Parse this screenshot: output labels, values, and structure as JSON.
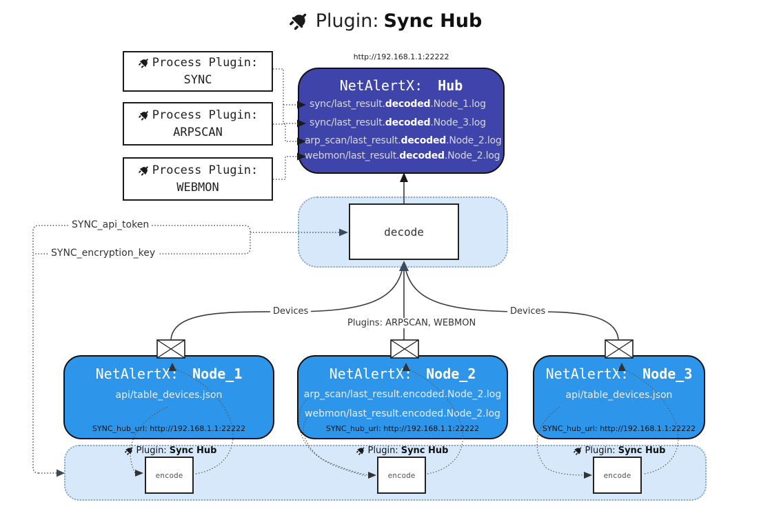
{
  "title": {
    "prefix": "Plugin:",
    "name": "Sync Hub"
  },
  "process_plugins": [
    {
      "label": "Process Plugin:",
      "name": "SYNC"
    },
    {
      "label": "Process Plugin:",
      "name": "ARPSCAN"
    },
    {
      "label": "Process Plugin:",
      "name": "WEBMON"
    }
  ],
  "hub": {
    "url": "http://192.168.1.1:22222",
    "title_prefix": "NetAlertX:",
    "title_name": "Hub",
    "lines": [
      {
        "pre": "sync/last_result.",
        "bold": "decoded",
        "post": ".Node_1.log"
      },
      {
        "pre": "sync/last_result.",
        "bold": "decoded",
        "post": ".Node_3.log"
      },
      {
        "pre": "arp_scan/last_result.",
        "bold": "decoded",
        "post": ".Node_2.log"
      },
      {
        "pre": "webmon/last_result.",
        "bold": "decoded",
        "post": ".Node_2.log"
      }
    ]
  },
  "decode_box": {
    "label": "decode"
  },
  "settings": {
    "api_token": "SYNC_api_token",
    "encryption_key": "SYNC_encryption_key"
  },
  "edge_labels": {
    "devices_left": "Devices",
    "plugins_middle": "Plugins: ARPSCAN, WEBMON",
    "devices_right": "Devices"
  },
  "nodes": [
    {
      "title_prefix": "NetAlertX:",
      "title_name": "Node_1",
      "lines": [
        "api/table_devices.json"
      ],
      "hub_url_label": "SYNC_hub_url: http://192.168.1.1:22222"
    },
    {
      "title_prefix": "NetAlertX:",
      "title_name": "Node_2",
      "lines": [
        "arp_scan/last_result.encoded.Node_2.log",
        "webmon/last_result.encoded.Node_2.log"
      ],
      "hub_url_label": "SYNC_hub_url: http://192.168.1.1:22222"
    },
    {
      "title_prefix": "NetAlertX:",
      "title_name": "Node_3",
      "lines": [
        "api/table_devices.json"
      ],
      "hub_url_label": "SYNC_hub_url: http://192.168.1.1:22222"
    }
  ],
  "encode_band": {
    "plugin_label_prefix": "Plugin:",
    "plugin_label_name": "Sync Hub",
    "encode_label": "encode"
  },
  "colors": {
    "hub_fill": "#3E44A9",
    "node_fill": "#2E96EA",
    "panel_fill": "#D7E8FA",
    "panel_border": "#8BA6BF",
    "arrow_dark": "#374A5E"
  }
}
